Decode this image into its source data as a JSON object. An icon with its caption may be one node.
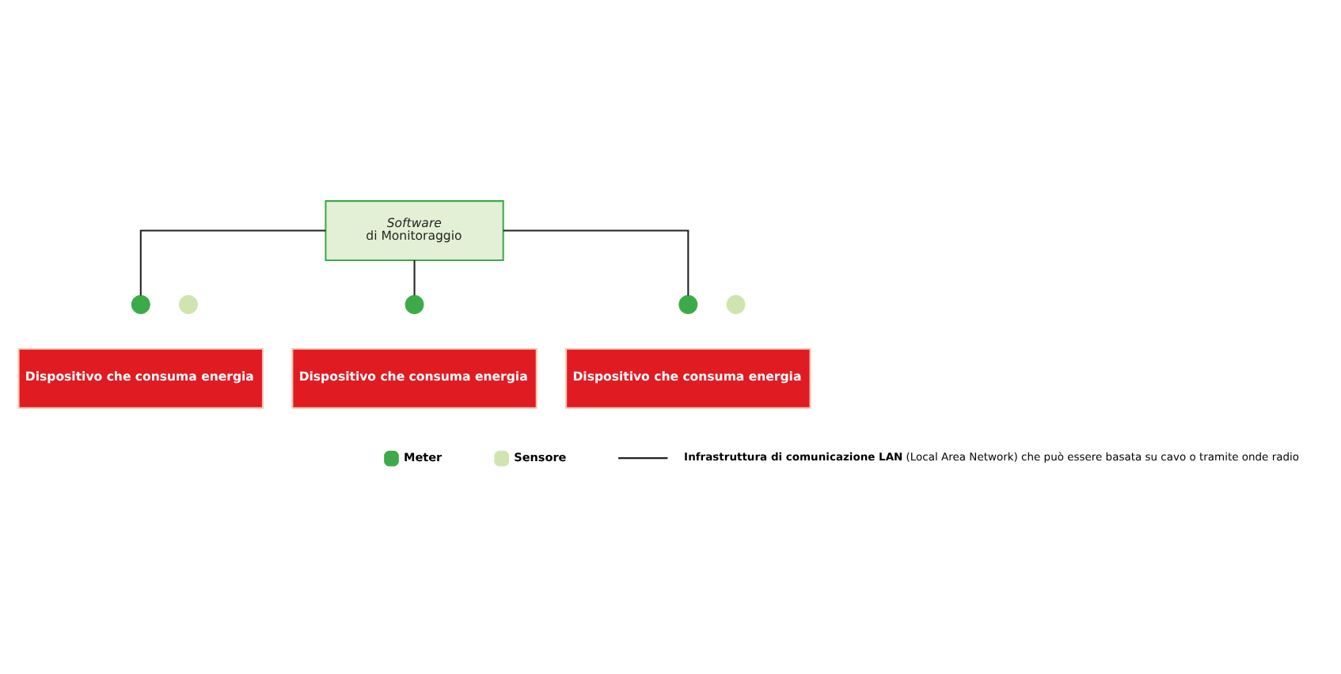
{
  "diagram": {
    "nodes": [
      {
        "text": [
          "Software",
          "di Monitoraggio"
        ]
      },
      {
        "text": [],
        "shape": "circle"
      },
      {
        "text": [],
        "shape": "circle"
      },
      {
        "text": [],
        "shape": "circle"
      },
      {
        "text": [],
        "shape": "circle"
      },
      {
        "text": [],
        "shape": "circle"
      },
      {
        "text": [
          "Dispositivo che consuma energia"
        ]
      },
      {
        "text": [
          "Dispositivo che consuma energia"
        ]
      },
      {
        "text": [
          "Dispositivo che consuma energia"
        ]
      }
    ],
    "edges": [
      {
        "from": 0,
        "to": 1,
        "arrow": "none"
      },
      {
        "from": 0,
        "to": 3,
        "arrow": "none"
      },
      {
        "from": 0,
        "to": 4,
        "arrow": "none"
      }
    ],
    "legend": [
      {
        "text": "Meter",
        "color": "#3daa4a"
      },
      {
        "text": "Sensore",
        "color": "#cfe5b0"
      },
      {
        "text": "**Infrastruttura di comunicazione LAN** (Local Area Network) che può essere basata su cavo o tramite onde radio"
      }
    ]
  }
}
